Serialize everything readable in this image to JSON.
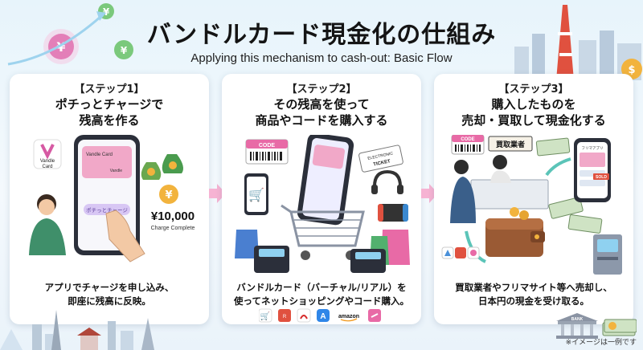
{
  "header": {
    "title": "バンドルカード現金化の仕組み",
    "subtitle": "Applying this mechanism to cash-out: Basic Flow"
  },
  "steps": [
    {
      "label": "【ステップ1】",
      "heading_line1": "ポチっとチャージで",
      "heading_line2": "残高を作る",
      "desc_line1": "アプリでチャージを申し込み、",
      "desc_line2": "即座に残高に反映。",
      "app_logo_text_line1": "Vandle",
      "app_logo_text_line2": "Card",
      "phone_card_title": "Vandle Card",
      "phone_card_brand": "Vandle",
      "charge_button": "ポチっとチャージ",
      "amount": "¥10,000",
      "amount_caption": "Charge Complete"
    },
    {
      "label": "【ステップ2】",
      "heading_line1": "その残高を使って",
      "heading_line2": "商品やコードを購入する",
      "desc_line1": "バンドルカード（バーチャル/リアル）を",
      "desc_line2": "使ってネットショッピングやコード購入。",
      "code_tag": "CODE",
      "ticket_tag_line1": "ELECTRONIC",
      "ticket_tag_line2": "TICKET",
      "store_logos": [
        "cart",
        "rakuten",
        "red",
        "appstore",
        "amazon",
        "pink"
      ],
      "amazon_text": "amazon"
    },
    {
      "label": "【ステップ3】",
      "heading_line1": "購入したものを",
      "heading_line2": "売却・買取して現金化する",
      "desc_line1": "買取業者やフリマサイト等へ売却し、",
      "desc_line2": "日本円の現金を受け取る。",
      "code_tag": "CODE",
      "shop_sign": "買取業者",
      "phone_app_label": "フリマアプリ",
      "sold_tag": "SOLD",
      "bank_label": "BANK"
    }
  ],
  "footer_note": "※イメージは一例です",
  "colors": {
    "yen_gold": "#f2b33d",
    "money_green": "#4a9b4e",
    "phone_dark": "#2b2f3a",
    "card_pink": "#f1a8c8",
    "accent_blue": "#4a90d9"
  }
}
